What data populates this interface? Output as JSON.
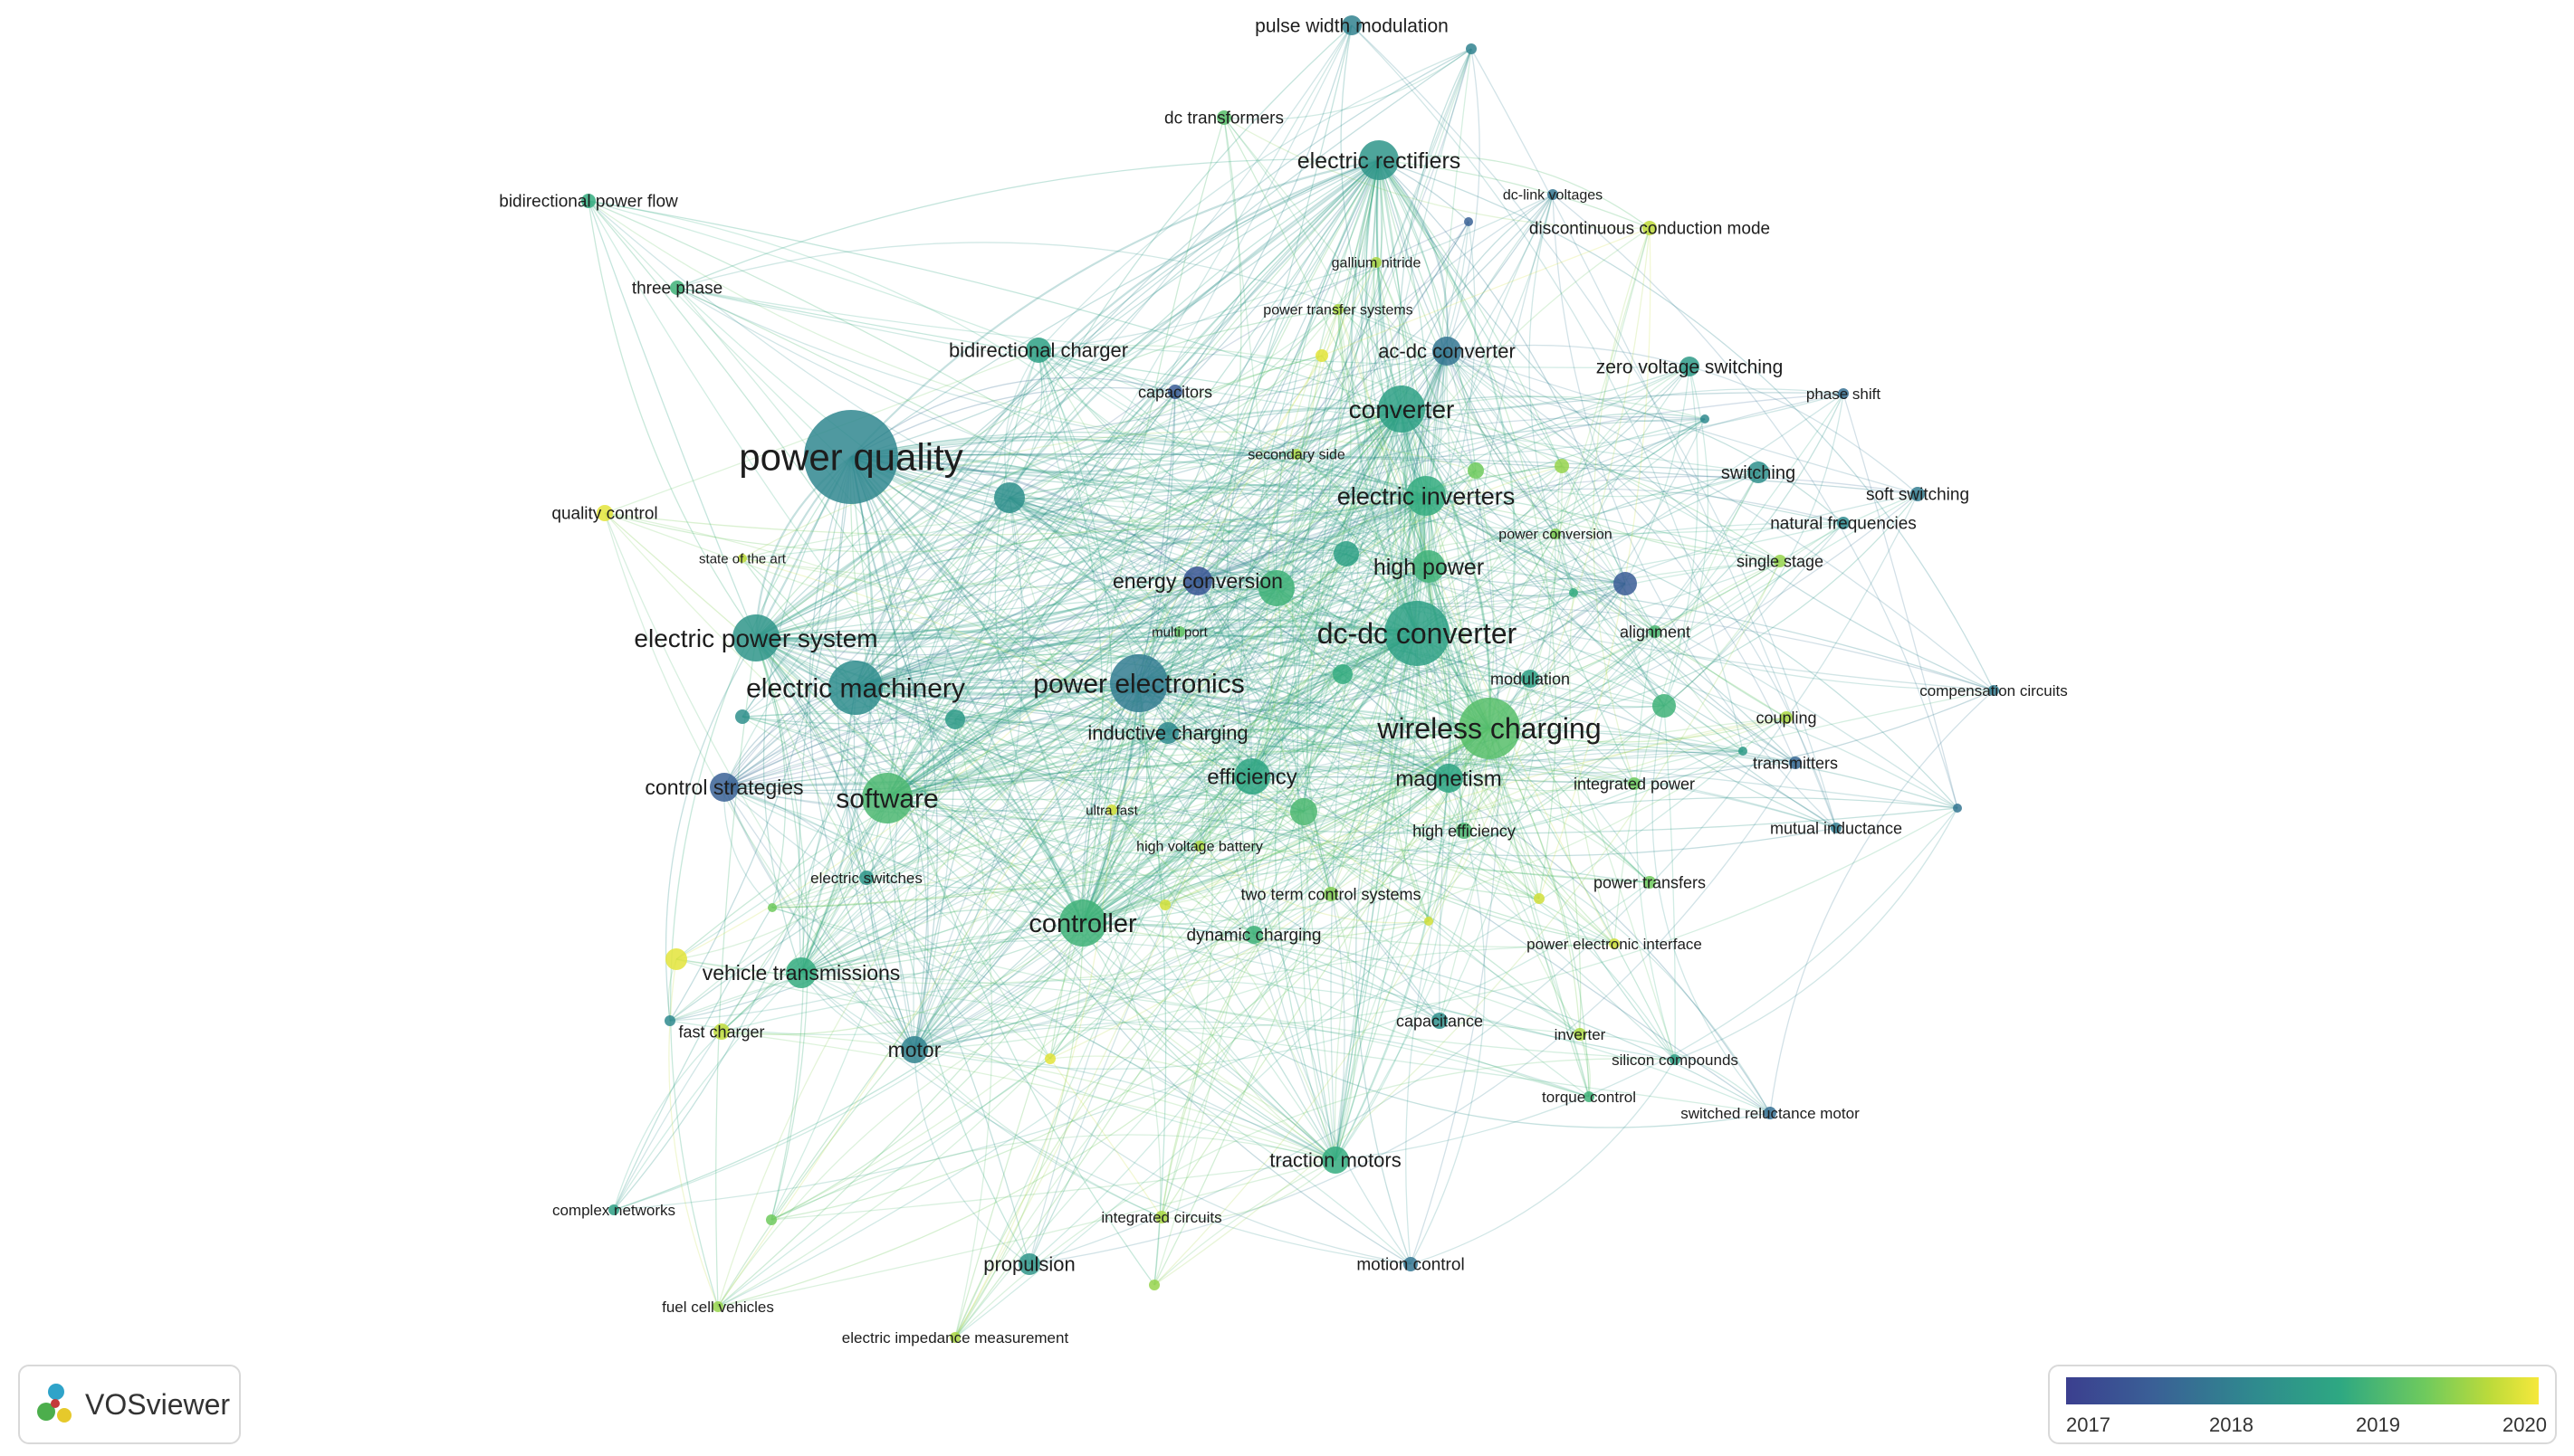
{
  "colors": {
    "c2017": "#3f4a8f",
    "c2018": "#2f8d8e",
    "c2019": "#34b27a",
    "c2020": "#f2e53a"
  },
  "branding": {
    "name": "VOSviewer"
  },
  "legend": {
    "ticks": [
      "2017",
      "2018",
      "2019",
      "2020"
    ]
  },
  "keywords": [
    "power quality",
    "dc-dc converter",
    "wireless charging",
    "power electronics",
    "electric machinery",
    "electric power system",
    "software",
    "controller",
    "converter",
    "electric inverters",
    "electric rectifiers",
    "high power",
    "energy conversion",
    "efficiency",
    "magnetism",
    "inductive charging",
    "control strategies",
    "vehicle transmissions",
    "motor",
    "traction motors",
    "propulsion",
    "pulse width modulation",
    "dc transformers",
    "bidirectional power flow",
    "three phase",
    "bidirectional charger",
    "capacitors",
    "ac-dc converter",
    "zero voltage switching",
    "phase shift",
    "switching",
    "soft switching",
    "natural frequencies",
    "single stage",
    "alignment",
    "modulation",
    "compensation circuits",
    "coupling",
    "transmitters",
    "mutual inductance",
    "integrated power",
    "high efficiency",
    "power transfers",
    "power electronic interface",
    "two term control systems",
    "dynamic charging",
    "capacitance",
    "inverter",
    "silicon compounds",
    "torque control",
    "switched reluctance motor",
    "motion control",
    "integrated circuits",
    "electric impedance measurement",
    "fuel cell vehicles",
    "complex networks",
    "fast charger",
    "quality control",
    "state of the art",
    "electric switches",
    "high voltage battery",
    "ultra fast",
    "multi port",
    "secondary side",
    "power transfer systems",
    "gallium nitride",
    "dc-link voltages",
    "discontinuous conduction mode",
    "power conversion"
  ]
}
